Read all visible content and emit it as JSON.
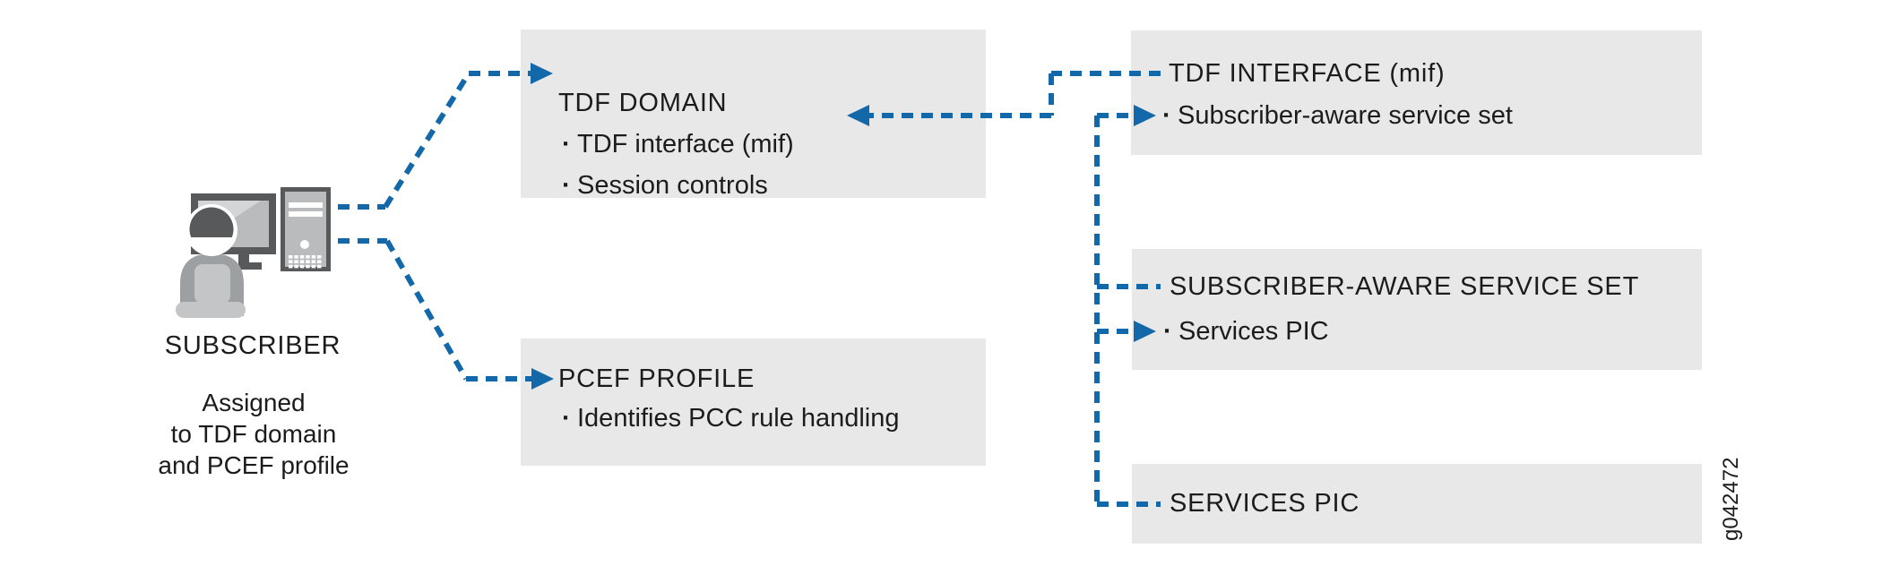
{
  "bullet_char": "·",
  "subscriber": {
    "label": "SUBSCRIBER",
    "caption_lines": [
      "Assigned",
      "to TDF domain",
      "and PCEF profile"
    ]
  },
  "boxes": [
    {
      "id": "tdf-domain",
      "title": "TDF DOMAIN",
      "bullets": [
        "TDF interface (mif)",
        "Session controls"
      ]
    },
    {
      "id": "pcef-profile",
      "title": "PCEF PROFILE",
      "bullets": [
        "Identifies PCC rule handling"
      ]
    },
    {
      "id": "tdf-interface",
      "title": "TDF INTERFACE (mif)",
      "bullets": [
        "Subscriber-aware service set"
      ]
    },
    {
      "id": "subscriber-aware-service-set",
      "title": "SUBSCRIBER-AWARE SERVICE SET",
      "bullets": [
        "Services PIC"
      ]
    },
    {
      "id": "services-pic",
      "title": "SERVICES PIC",
      "bullets": []
    }
  ],
  "watermark": "g042472",
  "colors": {
    "connector_blue": "#1268a9",
    "box_gray": "#e8e8e9",
    "icon_dark_gray": "#58595b",
    "icon_mid_gray": "#9da0a2",
    "icon_light_gray": "#c4c5c7",
    "text": "#1c1c1c"
  }
}
